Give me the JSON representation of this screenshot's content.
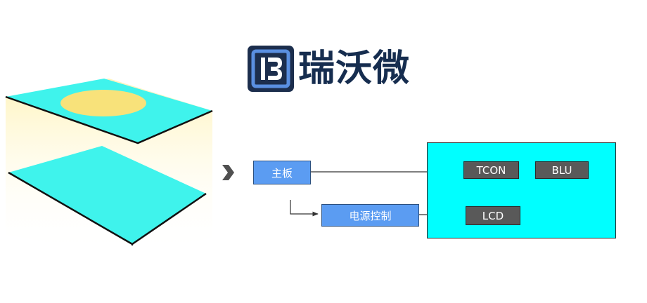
{
  "logo": {
    "text": "瑞沃微",
    "mark_icon": "rwm-letter-mark-icon",
    "colors": {
      "mark": "#1c2e4d",
      "text": "#162d4f",
      "accent": "#5a8fe0"
    }
  },
  "diagram": {
    "nodes": {
      "mainboard": "主板",
      "power_control": "电源控制",
      "tcon": "TCON",
      "blu": "BLU",
      "lcd": "LCD"
    },
    "colors": {
      "panel": "#00ffff",
      "controller_block": "#5b9cf2",
      "module_block": "#595959",
      "layer": "#3ff3ec",
      "light_spot": "#f8e27a",
      "light_beam": "#fff6c8"
    }
  }
}
